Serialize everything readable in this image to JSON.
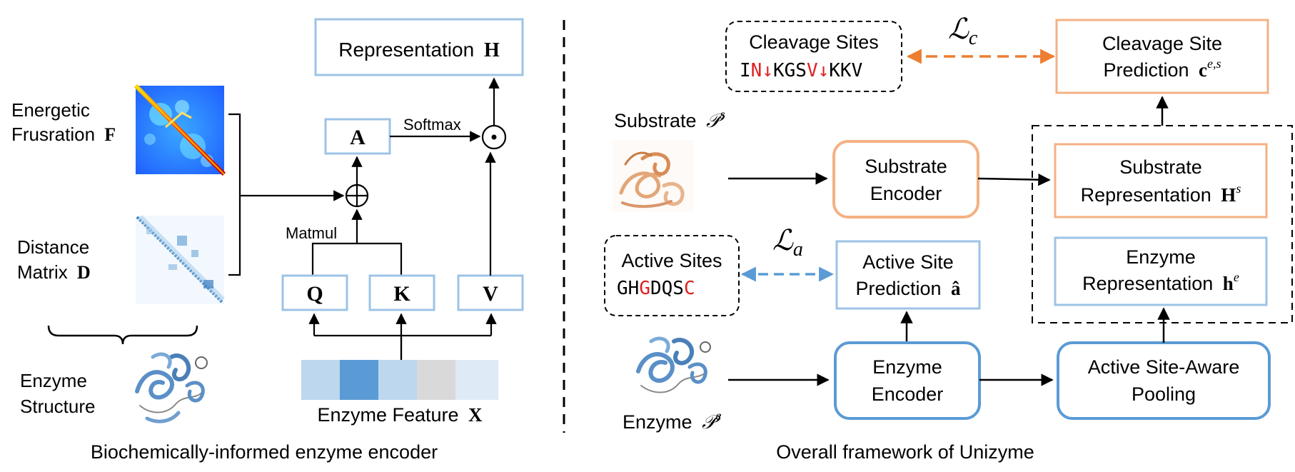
{
  "left_panel": {
    "caption": "Biochemically-informed enzyme encoder",
    "energetic_label_line1": "Energetic",
    "energetic_label_line2": "Frusration",
    "energetic_symbol": "F",
    "distance_label_line1": "Distance",
    "distance_label_line2": "Matrix",
    "distance_symbol": "D",
    "structure_label_line1": "Enzyme",
    "structure_label_line2": "Structure",
    "representation_label": "Representation",
    "representation_symbol": "H",
    "softmax_label": "Softmax",
    "matmul_label": "Matmul",
    "a_symbol": "A",
    "q_symbol": "Q",
    "k_symbol": "K",
    "v_symbol": "V",
    "feature_label": "Enzyme Feature",
    "feature_symbol": "X",
    "feature_colors": [
      "#bdd7ee",
      "#5b9bd5",
      "#bdd7ee",
      "#d9d9d9",
      "#deebf7"
    ]
  },
  "right_panel": {
    "caption": "Overall framework of Unizyme",
    "cleavage_sites_label": "Cleavage Sites",
    "cleavage_sequence": [
      {
        "t": "I",
        "red": false
      },
      {
        "t": "N",
        "red": true
      },
      {
        "t": "↓",
        "red": true
      },
      {
        "t": "K",
        "red": false
      },
      {
        "t": "G",
        "red": false
      },
      {
        "t": "S",
        "red": false
      },
      {
        "t": "V",
        "red": true
      },
      {
        "t": "↓",
        "red": true
      },
      {
        "t": "K",
        "red": false
      },
      {
        "t": "K",
        "red": false
      },
      {
        "t": "V",
        "red": false
      }
    ],
    "loss_c": "ℒ",
    "loss_c_sub": "c",
    "loss_a": "ℒ",
    "loss_a_sub": "a",
    "cleavage_pred_line1": "Cleavage Site",
    "cleavage_pred_line2": "Prediction",
    "cleavage_pred_symbol": "c",
    "cleavage_pred_sup": "e,s",
    "substrate_label": "Substrate",
    "substrate_symbol": "𝒫",
    "substrate_sup": "s",
    "substrate_encoder_line1": "Substrate",
    "substrate_encoder_line2": "Encoder",
    "substrate_rep_line1": "Substrate",
    "substrate_rep_line2": "Representation",
    "substrate_rep_symbol": "H",
    "substrate_rep_sup": "s",
    "active_sites_label": "Active Sites",
    "active_sequence": [
      {
        "t": "G",
        "red": false
      },
      {
        "t": "H",
        "red": false
      },
      {
        "t": "G",
        "red": true
      },
      {
        "t": "D",
        "red": false
      },
      {
        "t": "Q",
        "red": false
      },
      {
        "t": "S",
        "red": false
      },
      {
        "t": "C",
        "red": true
      }
    ],
    "active_pred_line1": "Active Site",
    "active_pred_line2": "Prediction",
    "active_pred_symbol": "â",
    "enzyme_rep_line1": "Enzyme",
    "enzyme_rep_line2": "Representation",
    "enzyme_rep_symbol": "h",
    "enzyme_rep_sup": "e",
    "enzyme_label": "Enzyme",
    "enzyme_symbol": "𝒫",
    "enzyme_sup": "e",
    "enzyme_encoder_line1": "Enzyme",
    "enzyme_encoder_line2": "Encoder",
    "pooling_line1": "Active Site-Aware",
    "pooling_line2": "Pooling"
  },
  "colors": {
    "light_blue": "#9dc3e6",
    "dark_blue": "#5b9bd5",
    "orange": "#f4b183",
    "loss_orange": "#ed7d31",
    "red": "#e02020"
  }
}
